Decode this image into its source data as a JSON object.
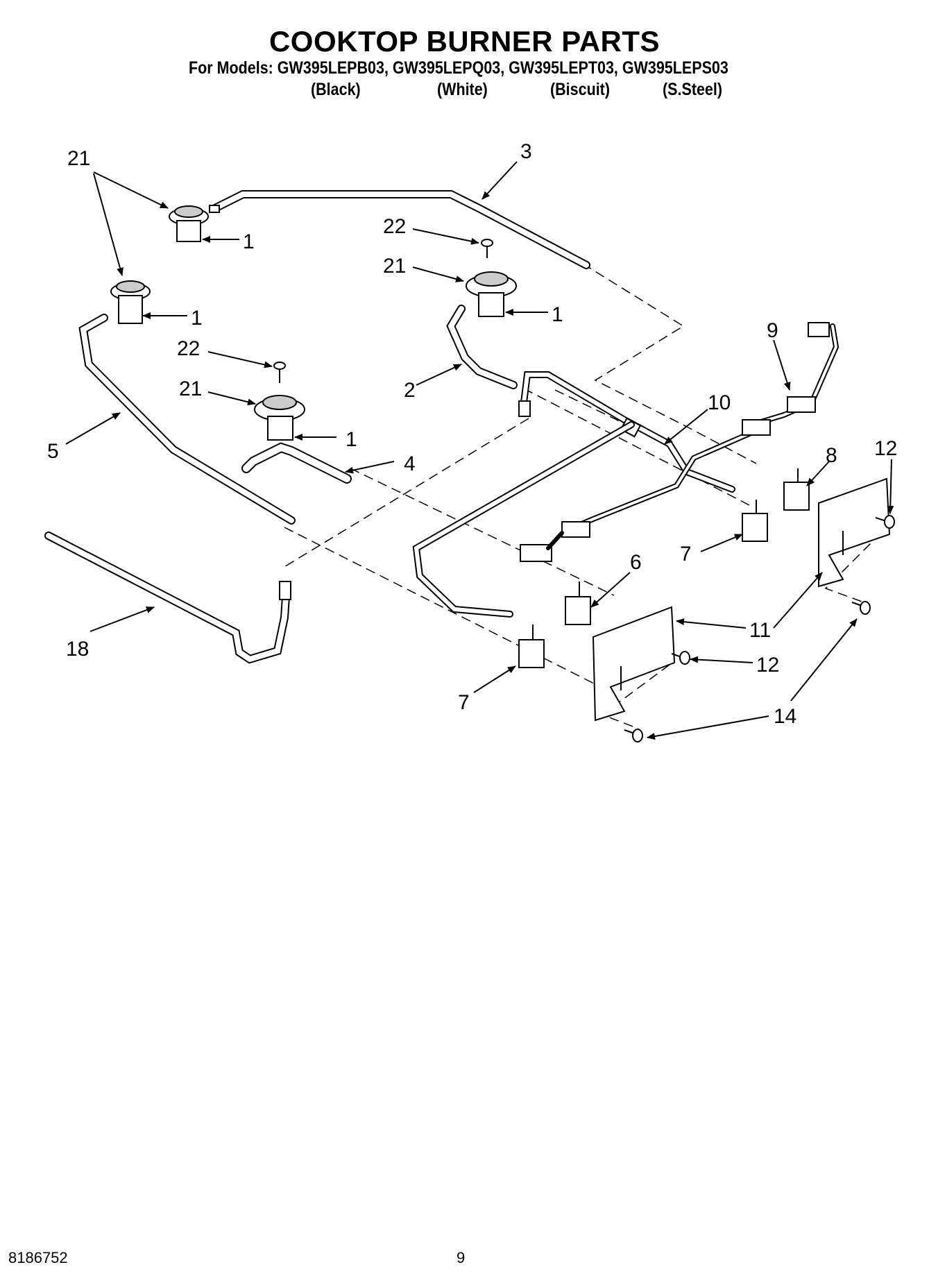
{
  "header": {
    "title": "COOKTOP BURNER PARTS",
    "models_line": "For Models: GW395LEPB03, GW395LEPQ03, GW395LEPT03, GW395LEPS03",
    "variants": [
      "(Black)",
      "(White)",
      "(Biscuit)",
      "(S.Steel)"
    ]
  },
  "callouts": {
    "c21a": "21",
    "c3": "3",
    "c1a": "1",
    "c22a": "22",
    "c21b": "21",
    "c1b": "1",
    "c1c": "1",
    "c22b": "22",
    "c21c": "21",
    "c1d": "1",
    "c9": "9",
    "c2": "2",
    "c10": "10",
    "c5": "5",
    "c8": "8",
    "c12a": "12",
    "c4": "4",
    "c7a": "7",
    "c6": "6",
    "c11": "11",
    "c12b": "12",
    "c18": "18",
    "c7b": "7",
    "c14": "14"
  },
  "footer": {
    "doc_number": "8186752",
    "page_number": "9"
  }
}
